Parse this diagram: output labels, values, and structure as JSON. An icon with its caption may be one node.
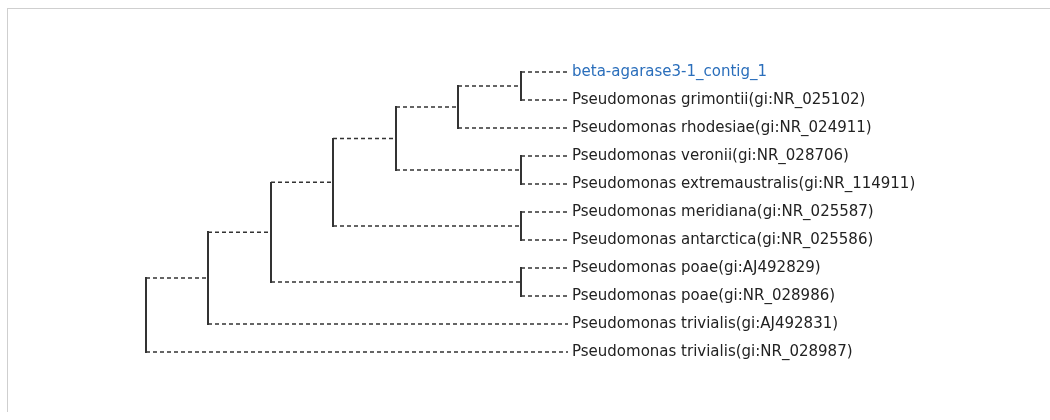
{
  "diagram": {
    "nodes": [
      {
        "text": [
          "beta-agarase3-1_contig_1"
        ]
      },
      {
        "text": [
          "Pseudomonas grimontii(gi:NR_025102)"
        ]
      },
      {
        "text": [
          "Pseudomonas rhodesiae(gi:NR_024911)"
        ]
      },
      {
        "text": [
          "Pseudomonas veronii(gi:NR_028706)"
        ]
      },
      {
        "text": [
          "Pseudomonas extremaustralis(gi:NR_114911)"
        ]
      },
      {
        "text": [
          "Pseudomonas meridiana(gi:NR_025587)"
        ]
      },
      {
        "text": [
          "Pseudomonas antarctica(gi:NR_025586)"
        ]
      },
      {
        "text": [
          "Pseudomonas poae(gi:AJ492829)"
        ]
      },
      {
        "text": [
          "Pseudomonas poae(gi:NR_028986)"
        ]
      },
      {
        "text": [
          "Pseudomonas trivialis(gi:AJ492831)"
        ]
      },
      {
        "text": [
          "Pseudomonas trivialis(gi:NR_028987)"
        ]
      },
      {
        "text": [],
        "shape": "bar"
      },
      {
        "text": [],
        "shape": "bar"
      },
      {
        "text": [],
        "shape": "bar"
      },
      {
        "text": [],
        "shape": "bar"
      },
      {
        "text": [],
        "shape": "bar"
      },
      {
        "text": [],
        "shape": "bar"
      },
      {
        "text": [],
        "shape": "bar"
      },
      {
        "text": [],
        "shape": "bar"
      },
      {
        "text": [],
        "shape": "bar"
      },
      {
        "text": [],
        "shape": "bar"
      }
    ],
    "edges": [
      {
        "from": 11,
        "to": 0,
        "arrow": "none",
        "style": "dashed"
      },
      {
        "from": 11,
        "to": 1,
        "arrow": "none",
        "style": "dashed"
      },
      {
        "from": 12,
        "to": 11,
        "arrow": "none",
        "style": "dashed"
      },
      {
        "from": 12,
        "to": 2,
        "arrow": "none",
        "style": "dashed"
      },
      {
        "from": 13,
        "to": 3,
        "arrow": "none",
        "style": "dashed"
      },
      {
        "from": 13,
        "to": 4,
        "arrow": "none",
        "style": "dashed"
      },
      {
        "from": 14,
        "to": 12,
        "arrow": "none",
        "style": "dashed"
      },
      {
        "from": 14,
        "to": 13,
        "arrow": "none",
        "style": "dashed"
      },
      {
        "from": 15,
        "to": 5,
        "arrow": "none",
        "style": "dashed"
      },
      {
        "from": 15,
        "to": 6,
        "arrow": "none",
        "style": "dashed"
      },
      {
        "from": 16,
        "to": 14,
        "arrow": "none",
        "style": "dashed"
      },
      {
        "from": 16,
        "to": 15,
        "arrow": "none",
        "style": "dashed"
      },
      {
        "from": 17,
        "to": 7,
        "arrow": "none",
        "style": "dashed"
      },
      {
        "from": 17,
        "to": 8,
        "arrow": "none",
        "style": "dashed"
      },
      {
        "from": 18,
        "to": 16,
        "arrow": "none",
        "style": "dashed"
      },
      {
        "from": 18,
        "to": 17,
        "arrow": "none",
        "style": "dashed"
      },
      {
        "from": 19,
        "to": 18,
        "arrow": "none",
        "style": "dashed"
      },
      {
        "from": 19,
        "to": 9,
        "arrow": "none",
        "style": "dashed"
      },
      {
        "from": 20,
        "to": 19,
        "arrow": "none",
        "style": "dashed"
      },
      {
        "from": 20,
        "to": 10,
        "arrow": "none",
        "style": "dashed"
      }
    ]
  }
}
